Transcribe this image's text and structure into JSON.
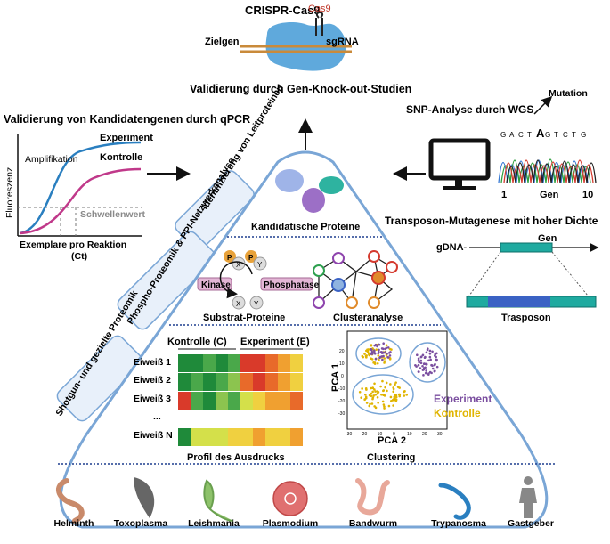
{
  "crispr": {
    "title": "CRISPR-Cas9",
    "cas9": "Cas9",
    "target": "Zielgen",
    "sgrna": "sgRNA",
    "validation": "Validierung durch Gen-Knock-out-Studien"
  },
  "qpcr": {
    "title": "Validierung von Kandidatengenen durch qPCR",
    "experiment": "Experiment",
    "control": "Kontrolle",
    "amplification": "Amplifikation",
    "threshold": "Schwellenwert",
    "ylabel": "Fluoreszenz",
    "xlabel1": "Exemplare pro Reaktion",
    "xlabel2": "(Ct)"
  },
  "snp": {
    "title": "SNP-Analyse durch WGS",
    "mutation": "Mutation",
    "sequence": [
      "G",
      "A",
      "C",
      "T",
      "A",
      "G",
      "T",
      "C",
      "T",
      "G"
    ],
    "pos_start": "1",
    "gene": "Gen",
    "pos_end": "10"
  },
  "transposon": {
    "title": "Transposon-Mutagenese mit hoher Dichte",
    "gdna": "gDNA-",
    "gene": "Gen",
    "element": "Trasposon"
  },
  "tabs": {
    "lead": "Identifizierung von Leitproteinen",
    "phospho": "Phospho-Proteomik & PPI-Netzwerkanalyse",
    "shotgun": "Shotgun- und gezielte Proteomik"
  },
  "pyramid": {
    "candidates": "Kandidatische Proteine",
    "kinase": "Kinase",
    "phosphatase": "Phosphatase",
    "p": "P",
    "x": "X",
    "y": "Y",
    "substrate": "Substrat-Proteine",
    "cluster": "Clusteranalyse",
    "heat_control": "Kontrolle (C)",
    "heat_experiment": "Experiment (E)",
    "proteins": [
      "Eiweiß 1",
      "Eiweiß 2",
      "Eiweiß 3",
      "...",
      "Eiweiß N"
    ],
    "profile": "Profil des Ausdrucks",
    "clustering": "Clustering"
  },
  "pca": {
    "ylabel": "PCA 1",
    "xlabel": "PCA 2",
    "legend_exp": "Experiment",
    "legend_ctrl": "Kontrolle",
    "yticks": [
      "20",
      "10",
      "0",
      "-10",
      "-20",
      "-30"
    ],
    "xticks": [
      "-30",
      "-20",
      "-10",
      "0",
      "10",
      "20",
      "30"
    ]
  },
  "organisms": [
    "Helminth",
    "Toxoplasma",
    "Leishmania",
    "Plasmodium",
    "Bandwurm",
    "Trypanosma",
    "Gastgeber"
  ],
  "colors": {
    "experiment": "#7b4fa0",
    "control": "#e0b400",
    "frame": "#7aa6d6",
    "tabfill": "#e8f0fa"
  }
}
